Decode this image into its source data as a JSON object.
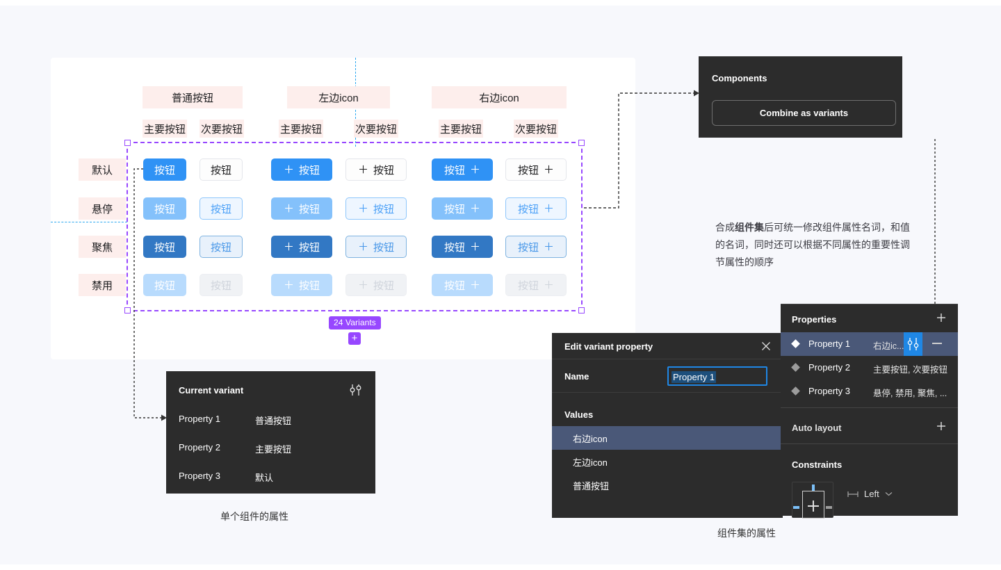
{
  "artboard": {
    "group_headers": [
      "普通按钮",
      "左边icon",
      "右边icon"
    ],
    "sub_headers": [
      "主要按钮",
      "次要按钮",
      "主要按钮",
      "次要按钮",
      "主要按钮",
      "次要按钮"
    ],
    "row_labels": [
      "默认",
      "悬停",
      "聚焦",
      "禁用"
    ],
    "button_label": "按钮",
    "plus_glyph": "＋",
    "variants_badge": "24 Variants",
    "variants_plus": "+"
  },
  "components_panel": {
    "title": "Components",
    "combine_label": "Combine as variants"
  },
  "current_variant_panel": {
    "title": "Current variant",
    "rows": [
      {
        "key": "Property 1",
        "value": "普通按钮"
      },
      {
        "key": "Property 2",
        "value": "主要按钮"
      },
      {
        "key": "Property 3",
        "value": "默认"
      }
    ],
    "caption": "单个组件的属性"
  },
  "edit_variant_dialog": {
    "title": "Edit variant property",
    "name_label": "Name",
    "name_value": "Property 1",
    "values_label": "Values",
    "values": [
      "右边icon",
      "左边icon",
      "普通按钮"
    ],
    "selected_value": "右边icon"
  },
  "properties_panel": {
    "title": "Properties",
    "rows": [
      {
        "name": "Property 1",
        "value": "右边ic...",
        "selected": true
      },
      {
        "name": "Property 2",
        "value": "主要按钮, 次要按钮",
        "selected": false
      },
      {
        "name": "Property 3",
        "value": "悬停, 禁用, 聚焦, ...",
        "selected": false
      }
    ],
    "auto_layout_label": "Auto layout",
    "constraints_label": "Constraints",
    "constraint_value": "Left",
    "caption": "组件集的属性"
  },
  "annotation": {
    "line1_a": "合成",
    "line1_b": "组件集",
    "line1_c": "后可统一修改组件属性名词，和",
    "line2": "值的名词，同时还可以根据不同属性的重要",
    "line3": "性调节属性的顺序"
  },
  "colors": {
    "primary": "#2f92f5",
    "primary_hover": "#84c1fb",
    "primary_focus": "#3278c4",
    "primary_disabled": "#b8dbfd",
    "selection_purple": "#9747ff",
    "figma_dark": "#2c2c2c",
    "figma_blue": "#1f87e5",
    "chip_pink": "#fdeeec",
    "guide_blue": "#2aa7f0"
  }
}
